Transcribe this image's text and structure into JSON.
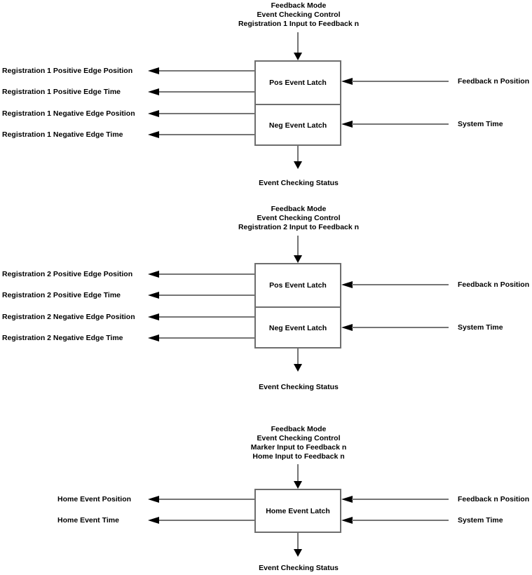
{
  "colors": {
    "background": "#ffffff",
    "line": "#757575",
    "box_border": "#6e6e6e",
    "box_fill": "#ffffff",
    "arrowhead": "#000000",
    "text": "#000000"
  },
  "diagrams": [
    {
      "name": "registration-1-event-latch",
      "header_lines": [
        "Feedback Mode",
        "Event Checking Control",
        "Registration 1 Input to Feedback n"
      ],
      "left_outputs": [
        "Registration 1 Positive Edge Position",
        "Registration 1 Positive Edge Time",
        "Registration 1 Negative Edge Position",
        "Registration 1 Negative Edge Time"
      ],
      "box_compartments": [
        "Pos Event Latch",
        "Neg Event Latch"
      ],
      "right_inputs": [
        "Feedback n Position",
        "System Time"
      ],
      "status_label": "Event Checking Status"
    },
    {
      "name": "registration-2-event-latch",
      "header_lines": [
        "Feedback Mode",
        "Event Checking Control",
        "Registration 2 Input to Feedback n"
      ],
      "left_outputs": [
        "Registration 2 Positive Edge Position",
        "Registration 2 Positive Edge Time",
        "Registration 2 Negative Edge Position",
        "Registration 2 Negative Edge Time"
      ],
      "box_compartments": [
        "Pos Event Latch",
        "Neg Event Latch"
      ],
      "right_inputs": [
        "Feedback n Position",
        "System Time"
      ],
      "status_label": "Event Checking Status"
    },
    {
      "name": "home-event-latch",
      "header_lines": [
        "Feedback Mode",
        "Event Checking Control",
        "Marker Input to Feedback n",
        "Home Input to Feedback n"
      ],
      "left_outputs": [
        "Home Event Position",
        "Home Event Time"
      ],
      "box_compartments": [
        "Home Event Latch"
      ],
      "right_inputs": [
        "Feedback n Position",
        "System Time"
      ],
      "status_label": "Event Checking Status"
    }
  ]
}
